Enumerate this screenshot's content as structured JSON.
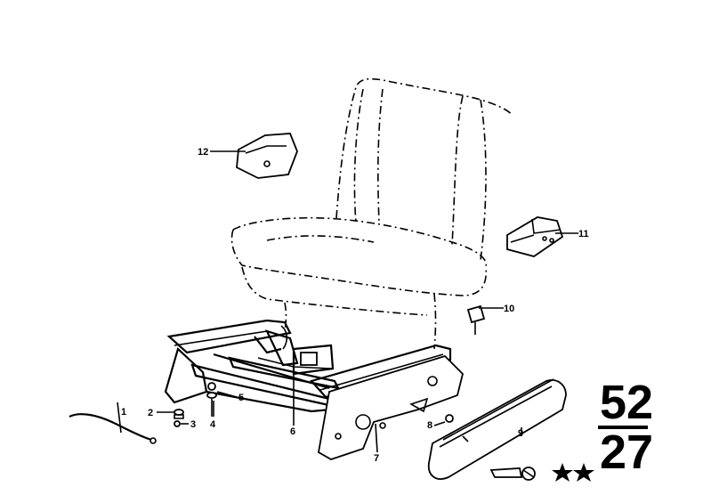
{
  "diagram": {
    "callouts": [
      {
        "id": "1",
        "label": "1"
      },
      {
        "id": "2",
        "label": "2"
      },
      {
        "id": "3",
        "label": "3"
      },
      {
        "id": "4",
        "label": "4"
      },
      {
        "id": "5",
        "label": "5"
      },
      {
        "id": "6",
        "label": "6"
      },
      {
        "id": "7",
        "label": "7"
      },
      {
        "id": "8",
        "label": "8"
      },
      {
        "id": "9",
        "label": "9"
      },
      {
        "id": "10",
        "label": "10"
      },
      {
        "id": "11",
        "label": "11"
      },
      {
        "id": "12",
        "label": "12"
      }
    ],
    "group_number_top": "52",
    "group_number_bottom": "27"
  }
}
